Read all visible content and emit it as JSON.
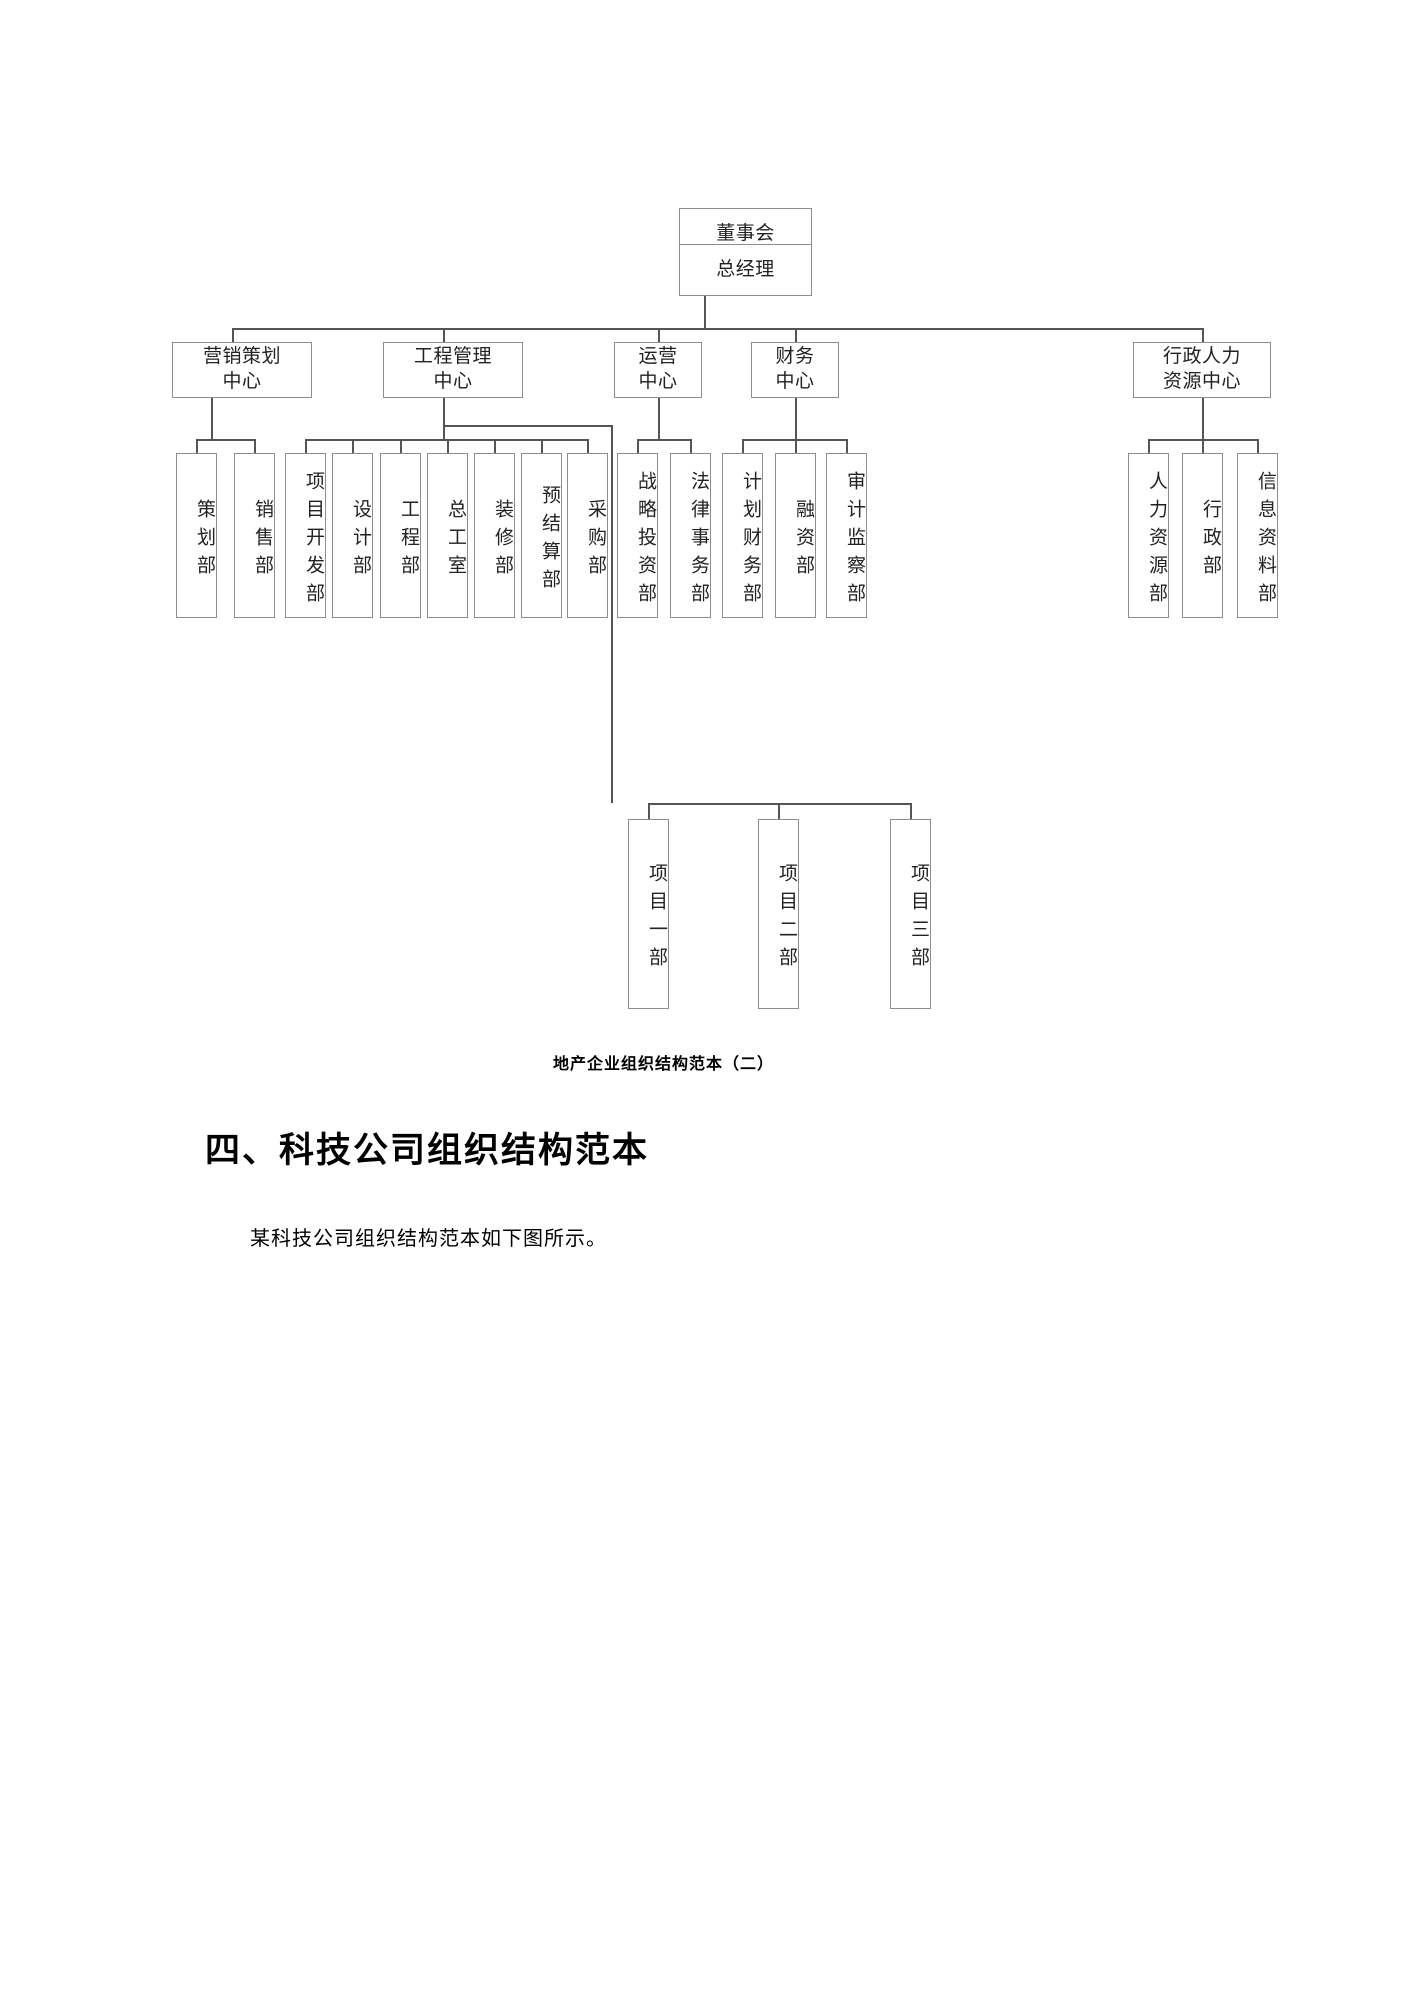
{
  "document": {
    "figure_caption": "地产企业组织结构范本（二）",
    "section_heading": "四、科技公司组织结构范本",
    "body_paragraph": "某科技公司组织结构范本如下图所示。"
  },
  "chart_data": {
    "type": "diagram",
    "diagram_type": "organization-chart",
    "title": "地产企业组织结构范本（二）",
    "levels": [
      {
        "level": 1,
        "nodes": [
          {
            "id": "board",
            "label": "董事会"
          }
        ]
      },
      {
        "level": 2,
        "nodes": [
          {
            "id": "gm",
            "label": "总经理"
          }
        ]
      },
      {
        "level": 3,
        "nodes": [
          {
            "id": "c1",
            "label": "营销策划中心",
            "line1": "营销策划",
            "line2": "中心"
          },
          {
            "id": "c2",
            "label": "工程管理中心",
            "line1": "工程管理",
            "line2": "中心"
          },
          {
            "id": "c3",
            "label": "运营中心",
            "line1": "运营",
            "line2": "中心"
          },
          {
            "id": "c4",
            "label": "财务中心",
            "line1": "财务",
            "line2": "中心"
          },
          {
            "id": "c5",
            "label": "行政人力资源中心",
            "line1": "行政人力",
            "line2": "资源中心"
          }
        ]
      },
      {
        "level": 4,
        "nodes": [
          {
            "id": "d1",
            "label": "策划部",
            "parent": "c1"
          },
          {
            "id": "d2",
            "label": "销售部",
            "parent": "c1"
          },
          {
            "id": "d3",
            "label": "项目开发部",
            "parent": "c2"
          },
          {
            "id": "d4",
            "label": "设计部",
            "parent": "c2"
          },
          {
            "id": "d5",
            "label": "工程部",
            "parent": "c2"
          },
          {
            "id": "d6",
            "label": "总工室",
            "parent": "c2"
          },
          {
            "id": "d7",
            "label": "装修部",
            "parent": "c2"
          },
          {
            "id": "d8",
            "label": "预结算部",
            "parent": "c2"
          },
          {
            "id": "d9",
            "label": "采购部",
            "parent": "c2"
          },
          {
            "id": "d10",
            "label": "战略投资部",
            "parent": "c3"
          },
          {
            "id": "d11",
            "label": "法律事务部",
            "parent": "c3"
          },
          {
            "id": "d12",
            "label": "计划财务部",
            "parent": "c4"
          },
          {
            "id": "d13",
            "label": "融资部",
            "parent": "c4"
          },
          {
            "id": "d14",
            "label": "审计监察部",
            "parent": "c4"
          },
          {
            "id": "d15",
            "label": "人力资源部",
            "parent": "c5"
          },
          {
            "id": "d16",
            "label": "行政部",
            "parent": "c5"
          },
          {
            "id": "d17",
            "label": "信息资料部",
            "parent": "c5"
          }
        ]
      },
      {
        "level": 5,
        "nodes": [
          {
            "id": "p1",
            "label": "项目一部",
            "parent": "c2"
          },
          {
            "id": "p2",
            "label": "项目二部",
            "parent": "c2"
          },
          {
            "id": "p3",
            "label": "项目三部",
            "parent": "c2"
          }
        ]
      }
    ],
    "colors": {
      "box_border": "#8d8d8d",
      "connector": "#555555",
      "background": "#ffffff",
      "text": "#222222"
    }
  }
}
